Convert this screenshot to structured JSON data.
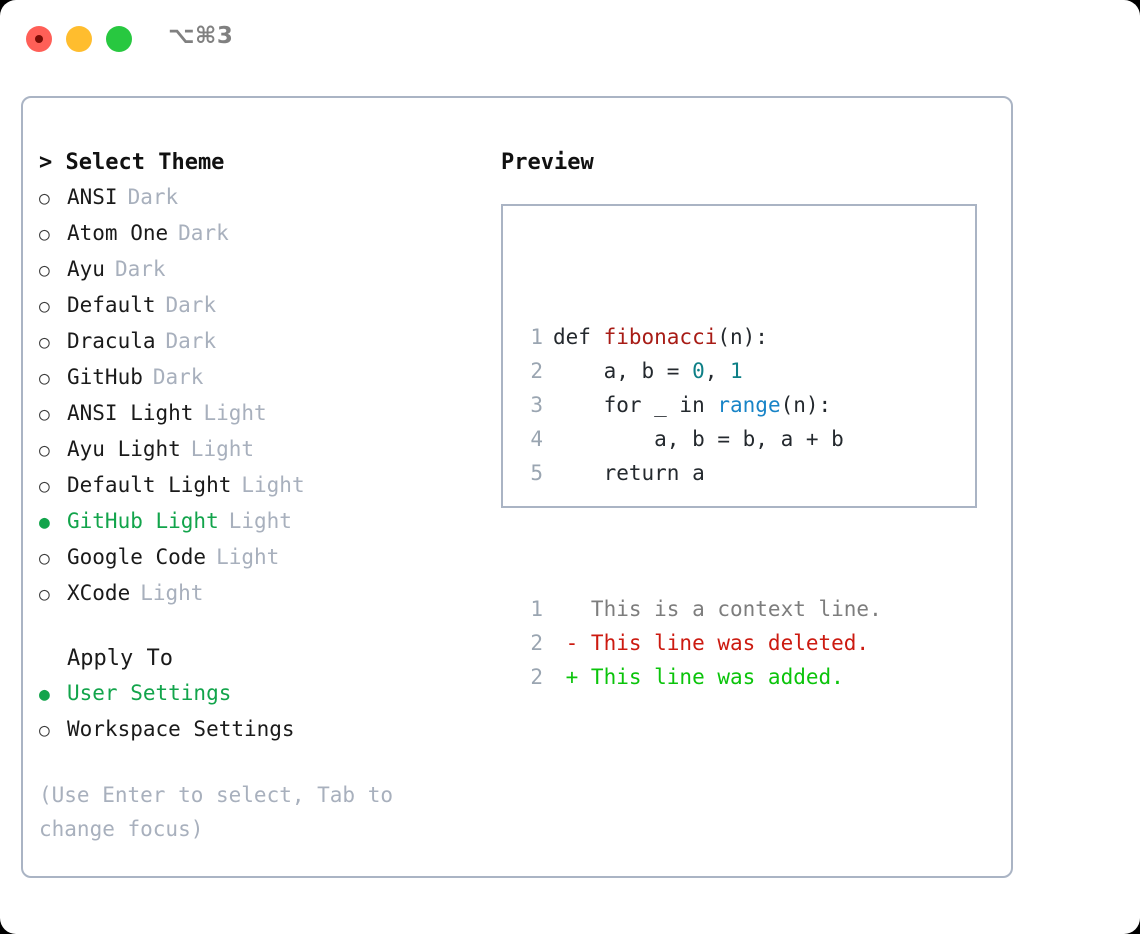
{
  "titlebar": {
    "shortcut": "⌥⌘3",
    "buttons": {
      "close": "close",
      "minimize": "minimize",
      "maximize": "maximize"
    }
  },
  "theme_picker": {
    "header": "> Select Theme",
    "options": [
      {
        "marker": "○",
        "label": "ANSI",
        "tag": "Dark",
        "selected": false
      },
      {
        "marker": "○",
        "label": "Atom One",
        "tag": "Dark",
        "selected": false
      },
      {
        "marker": "○",
        "label": "Ayu",
        "tag": "Dark",
        "selected": false
      },
      {
        "marker": "○",
        "label": "Default",
        "tag": "Dark",
        "selected": false
      },
      {
        "marker": "○",
        "label": "Dracula",
        "tag": "Dark",
        "selected": false
      },
      {
        "marker": "○",
        "label": "GitHub",
        "tag": "Dark",
        "selected": false
      },
      {
        "marker": "○",
        "label": "ANSI Light",
        "tag": "Light",
        "selected": false
      },
      {
        "marker": "○",
        "label": "Ayu Light",
        "tag": "Light",
        "selected": false
      },
      {
        "marker": "○",
        "label": "Default Light",
        "tag": "Light",
        "selected": false
      },
      {
        "marker": "●",
        "label": "GitHub Light",
        "tag": "Light",
        "selected": true
      },
      {
        "marker": "○",
        "label": "Google Code",
        "tag": "Light",
        "selected": false
      },
      {
        "marker": "○",
        "label": "XCode",
        "tag": "Light",
        "selected": false
      }
    ]
  },
  "apply_to": {
    "header": "Apply To",
    "options": [
      {
        "marker": "●",
        "label": "User Settings",
        "tag": "",
        "selected": true
      },
      {
        "marker": "○",
        "label": "Workspace Settings",
        "tag": "",
        "selected": false
      }
    ]
  },
  "hint": "(Use Enter to select, Tab to change focus)",
  "preview": {
    "title": "Preview",
    "code_lines": [
      {
        "num": "1",
        "segments": [
          {
            "text": "def ",
            "style": "ctext"
          },
          {
            "text": "fibonacci",
            "style": "tok-fn"
          },
          {
            "text": "(n):",
            "style": "ctext"
          }
        ]
      },
      {
        "num": "2",
        "segments": [
          {
            "text": "    a, b = ",
            "style": "ctext"
          },
          {
            "text": "0",
            "style": "tok-num"
          },
          {
            "text": ", ",
            "style": "ctext"
          },
          {
            "text": "1",
            "style": "tok-num"
          }
        ]
      },
      {
        "num": "3",
        "segments": [
          {
            "text": "    for _ in ",
            "style": "ctext"
          },
          {
            "text": "range",
            "style": "tok-call"
          },
          {
            "text": "(n):",
            "style": "ctext"
          }
        ]
      },
      {
        "num": "4",
        "segments": [
          {
            "text": "        a, b = b, a + b",
            "style": "ctext"
          }
        ]
      },
      {
        "num": "5",
        "segments": [
          {
            "text": "    return a",
            "style": "ctext"
          }
        ]
      }
    ],
    "diff_lines": [
      {
        "num": "1",
        "sign": "  ",
        "text": "This is a context line.",
        "style": "diff-ctx"
      },
      {
        "num": "2",
        "sign": "- ",
        "text": "This line was deleted.",
        "style": "diff-del"
      },
      {
        "num": "2",
        "sign": "+ ",
        "text": "This line was added.",
        "style": "diff-add"
      }
    ]
  },
  "colors": {
    "accent_green": "#12a44b",
    "diff_add_green": "#0bc40b",
    "diff_del_red": "#cc1a10",
    "border": "#aab4c4",
    "muted": "#a8b0bd",
    "keyword_fn": "#a81c16",
    "number": "#0d7f86",
    "call": "#1884c7"
  }
}
